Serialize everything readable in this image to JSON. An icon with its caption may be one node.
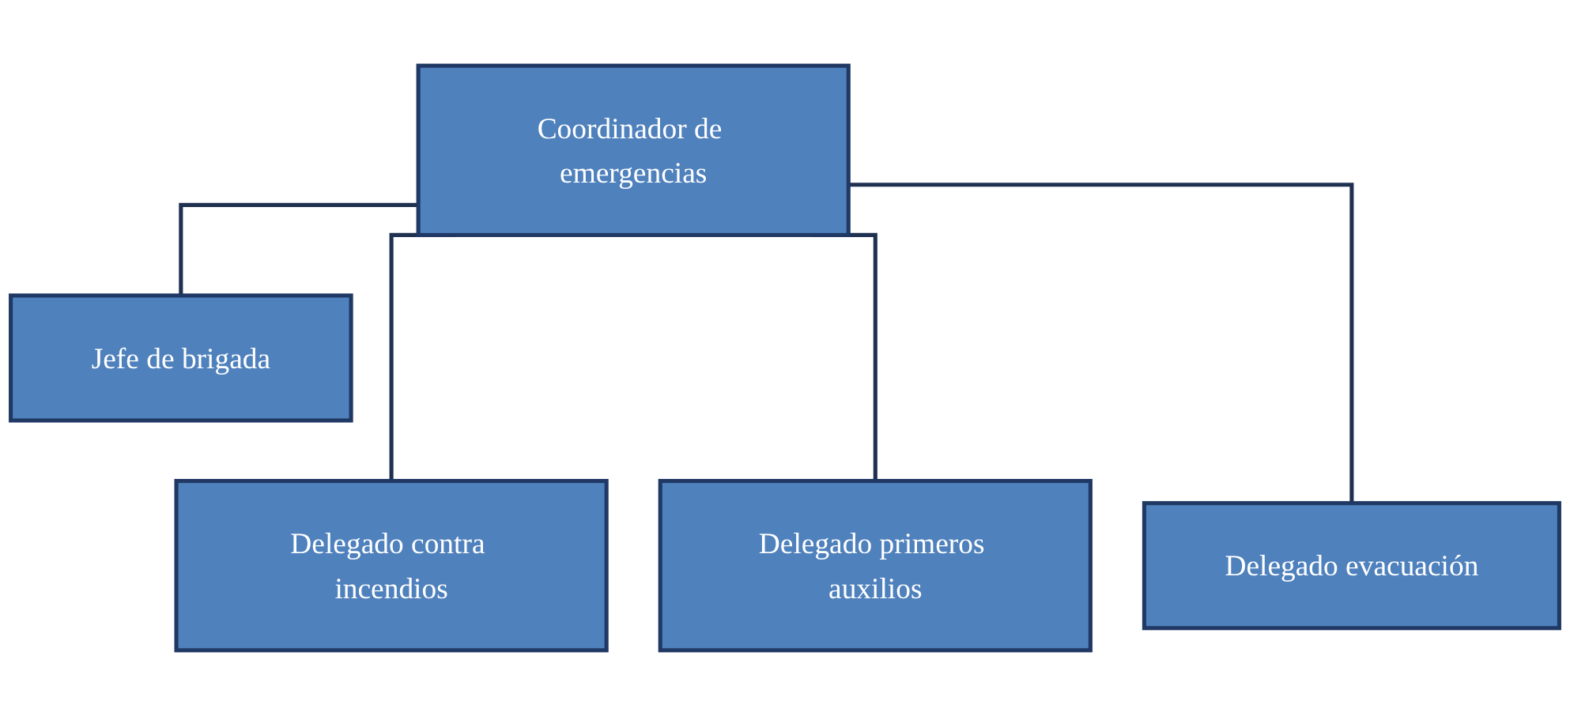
{
  "diagram": {
    "nodes": [
      {
        "text": [
          "Coordinador de emergencias"
        ]
      },
      {
        "text": [
          "Jefe de brigada"
        ]
      },
      {
        "text": [
          "Delegado contra incendios"
        ]
      },
      {
        "text": [
          "Delegado primeros auxilios"
        ]
      },
      {
        "text": [
          "Delegado evacuación"
        ]
      }
    ],
    "edges": [
      {
        "from": 0,
        "to": 1,
        "arrow": "none"
      },
      {
        "from": 0,
        "to": 2,
        "arrow": "none"
      },
      {
        "from": 0,
        "to": 3,
        "arrow": "none"
      },
      {
        "from": 0,
        "to": 4,
        "arrow": "none"
      }
    ]
  }
}
